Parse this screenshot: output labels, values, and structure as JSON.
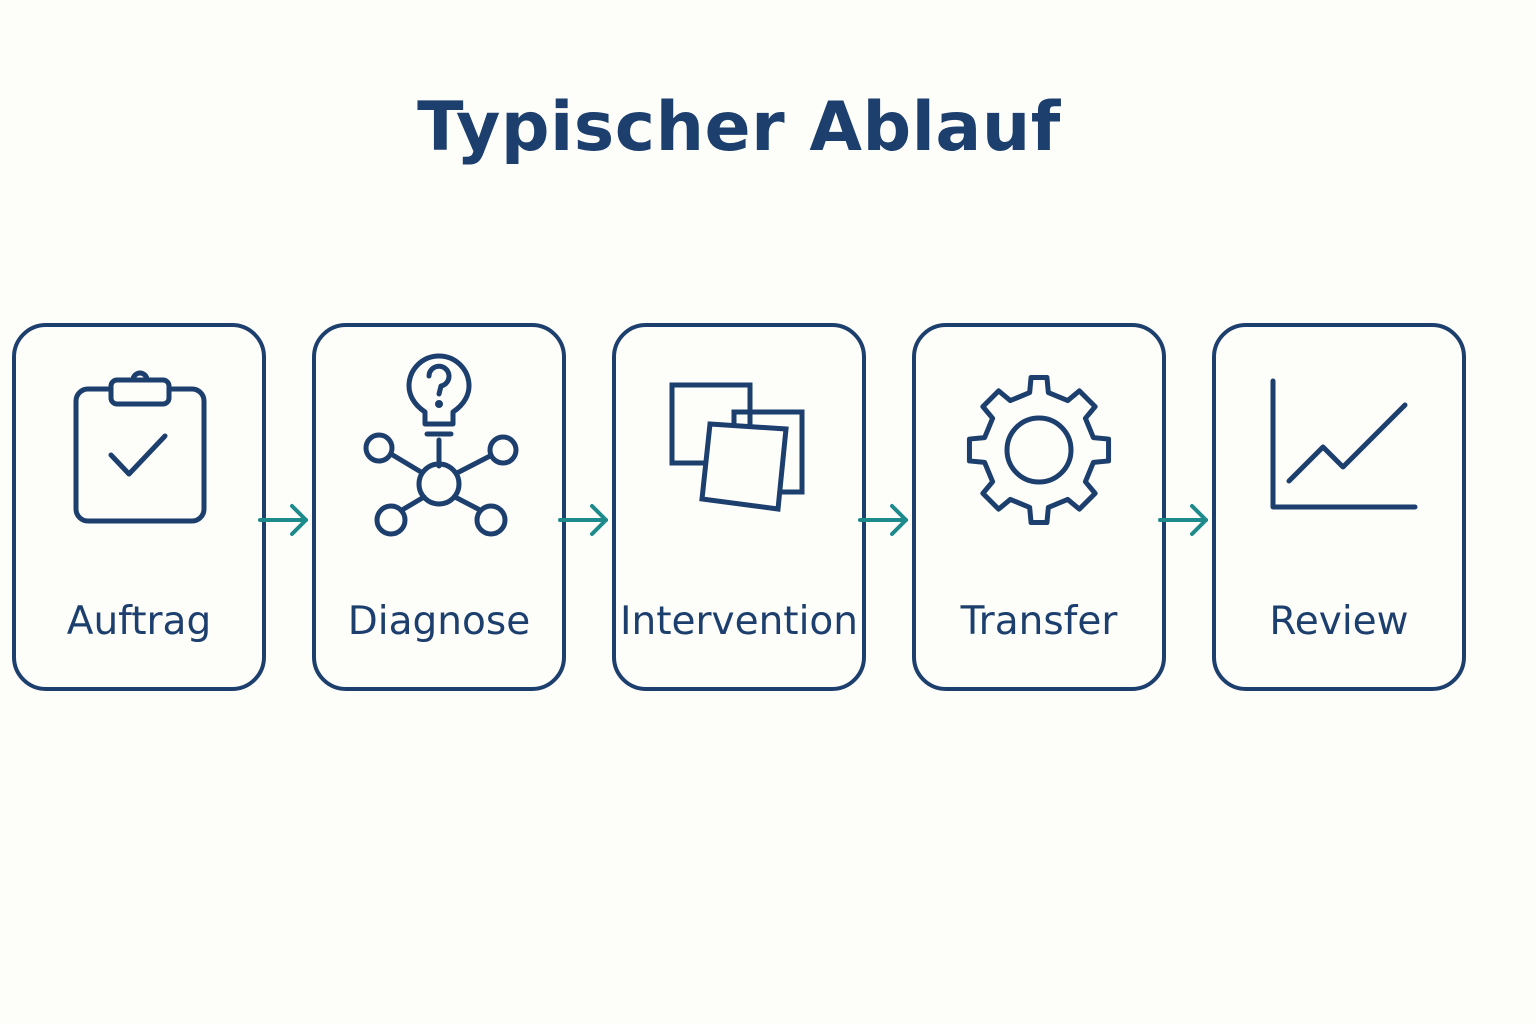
{
  "title": "Typischer Ablauf",
  "colors": {
    "primary": "#1c3f6e",
    "arrow": "#1d8b8b",
    "background": "#fdfdfa"
  },
  "steps": [
    {
      "label": "Auftrag",
      "icon": "clipboard-check-icon"
    },
    {
      "label": "Diagnose",
      "icon": "lightbulb-network-icon"
    },
    {
      "label": "Intervention",
      "icon": "overlapping-squares-icon"
    },
    {
      "label": "Transfer",
      "icon": "gear-icon"
    },
    {
      "label": "Review",
      "icon": "line-chart-icon"
    }
  ]
}
